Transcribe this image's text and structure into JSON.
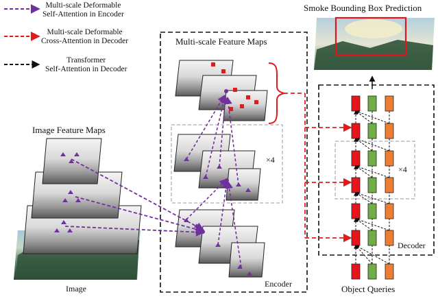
{
  "legend": {
    "purple_line1": "Multi-scale Deformable",
    "purple_line2": "Self-Attention in Encoder",
    "red_line1": "Multi-scale Deformable",
    "red_line2": "Cross-Attention in Decoder",
    "black_line1": "Transformer",
    "black_line2": "Self-Attention in Decoder"
  },
  "labels": {
    "image_feature_maps": "Image Feature Maps",
    "multiscale_feature_maps": "Multi-scale Feature Maps",
    "smoke_prediction": "Smoke Bounding Box Prediction",
    "image": "Image",
    "encoder": "Encoder",
    "decoder": "Decoder",
    "object_queries": "Object Queries",
    "encoder_repeat": "×4",
    "decoder_repeat": "×4"
  },
  "colors": {
    "purple": "#7030a0",
    "red": "#e31a1c",
    "black": "#111111",
    "query_red": "#e8141b",
    "query_green": "#70ad47",
    "query_orange": "#ed7d31",
    "bbox": "#e0151d"
  }
}
